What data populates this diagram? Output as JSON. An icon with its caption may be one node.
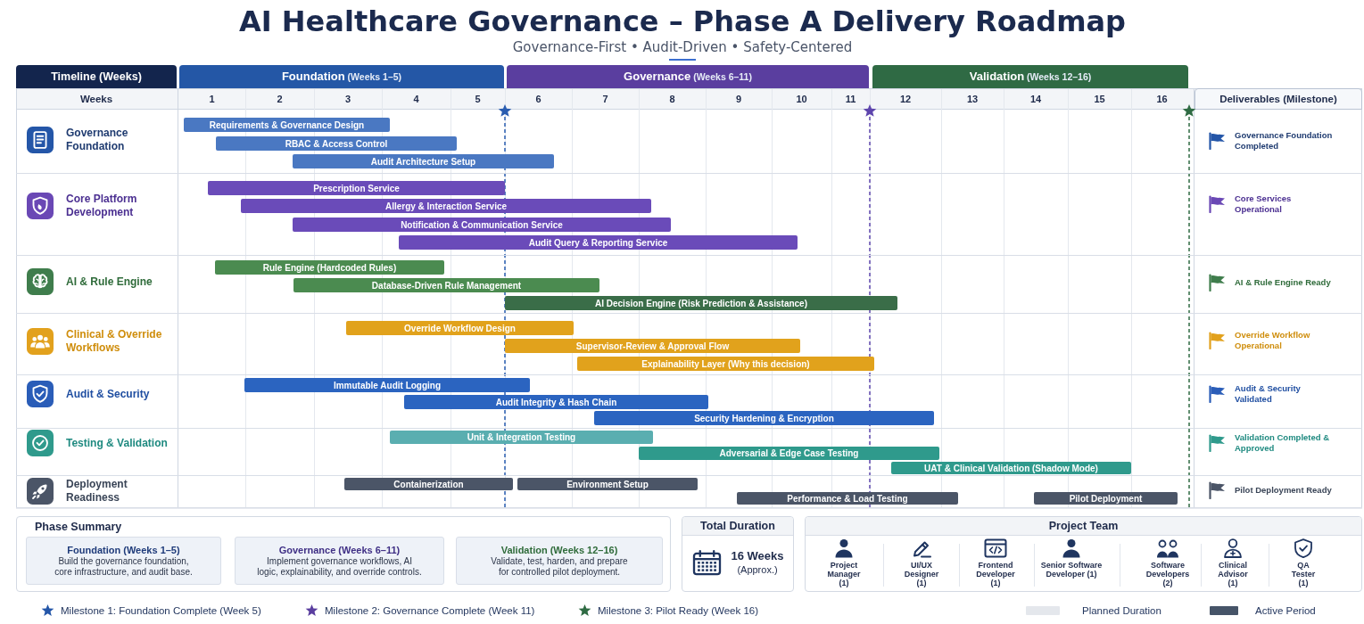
{
  "diagram": {
    "title": "AI Healthcare Governance – Phase A Delivery Roadmap",
    "nodes": [
      {
        "text": [
          "Timeline (Weeks)"
        ]
      },
      {
        "text": [
          "**Foundation** (Weeks 1–5)"
        ]
      },
      {
        "text": [
          "**Governance** (Weeks 6–11)"
        ]
      },
      {
        "text": [
          "**Validation** (Weeks 12–16)"
        ]
      },
      {
        "text": [
          "Deliverables (Milestone)"
        ]
      },
      {
        "text": [
          "Governance Foundation",
          "Governance Foundation Completed"
        ]
      },
      {
        "text": [
          "Requirements & Governance Design"
        ],
        "in": 5
      },
      {
        "text": [
          "RBAC & Access Control"
        ],
        "in": 5
      },
      {
        "text": [
          "Audit Architecture Setup"
        ],
        "in": 5
      },
      {
        "text": [
          "Core Platform Development",
          "Core Services Operational"
        ]
      },
      {
        "text": [
          "Prescription Service"
        ],
        "in": 9
      },
      {
        "text": [
          "Allergy & Interaction Service"
        ],
        "in": 9
      },
      {
        "text": [
          "Notification & Communication Service"
        ],
        "in": 9
      },
      {
        "text": [
          "Audit Query & Reporting Service"
        ],
        "in": 9
      },
      {
        "text": [
          "AI & Rule Engine",
          "AI & Rule Engine Ready"
        ]
      },
      {
        "text": [
          "Rule Engine (Hardcoded Rules)"
        ],
        "in": 14
      },
      {
        "text": [
          "Database-Driven Rule Management"
        ],
        "in": 14
      },
      {
        "text": [
          "AI Decision Engine (Risk Prediction & Assistance)"
        ],
        "in": 14
      },
      {
        "text": [
          "Clinical & Override Workflows",
          "Override Workflow Operational"
        ]
      },
      {
        "text": [
          "Override Workflow Design"
        ],
        "in": 18
      },
      {
        "text": [
          "Supervisor-Review & Approval Flow"
        ],
        "in": 18
      },
      {
        "text": [
          "Explainability Layer (Why this decision)"
        ],
        "in": 18
      },
      {
        "text": [
          "Audit & Security",
          "Audit & Security Validated"
        ]
      },
      {
        "text": [
          "Immutable Audit Logging"
        ],
        "in": 22
      },
      {
        "text": [
          "Audit Integrity & Hash Chain"
        ],
        "in": 22
      },
      {
        "text": [
          "Security Hardening & Encryption"
        ],
        "in": 22
      },
      {
        "text": [
          "Testing & Validation",
          "Validation Completed & Approved"
        ]
      },
      {
        "text": [
          "Unit & Integration Testing"
        ],
        "in": 26
      },
      {
        "text": [
          "Adversarial & Edge Case Testing"
        ],
        "in": 26
      },
      {
        "text": [
          "UAT & Clinical Validation (Shadow Mode)"
        ],
        "in": 26
      },
      {
        "text": [
          "Deployment Readiness",
          "Pilot Deployment Ready"
        ]
      },
      {
        "text": [
          "Containerization"
        ],
        "in": 30
      },
      {
        "text": [
          "Environment Setup"
        ],
        "in": 30
      },
      {
        "text": [
          "Performance & Load Testing"
        ],
        "in": 30
      },
      {
        "text": [
          "Pilot Deployment"
        ],
        "in": 30
      },
      {
        "text": [
          "Phase Summary"
        ]
      },
      {
        "text": [
          "Foundation (Weeks 1–5)",
          "Build the governance foundation, core infrastructure, and audit base."
        ],
        "in": 35
      },
      {
        "text": [
          "Governance (Weeks 6–11)",
          "Implement governance workflows, AI logic, explainability, and override controls."
        ],
        "in": 35
      },
      {
        "text": [
          "Validation (Weeks 12–16)",
          "Validate, test, harden, and prepare for controlled pilot deployment."
        ],
        "in": 35
      },
      {
        "text": [
          "Total Duration",
          "16 Weeks",
          "(Approx.)"
        ]
      },
      {
        "text": [
          "Project Team",
          "Project Manager (1)",
          "UI/UX Designer (1)",
          "Frontend Developer (1)",
          "Senior Software Developer (1)",
          "Software Developers (2)",
          "Clinical Advisor (1)",
          "QA Tester (1)"
        ]
      }
    ],
    "labels": [
      "Governance-First • Audit-Driven • Safety-Centered",
      "Weeks",
      "1",
      "2",
      "3",
      "4",
      "5",
      "6",
      "7",
      "8",
      "9",
      "10",
      "11",
      "12",
      "13",
      "14",
      "15",
      "16"
    ],
    "legend": [
      {
        "text": "Milestone 1: Foundation Complete (Week 5)"
      },
      {
        "text": "Milestone 2: Governance Complete (Week 11)"
      },
      {
        "text": "Milestone 3: Pilot Ready (Week 16)"
      },
      {
        "text": "Planned Duration",
        "color": "#e4e7ec"
      },
      {
        "text": "Active Period",
        "color": "#465468"
      }
    ]
  }
}
